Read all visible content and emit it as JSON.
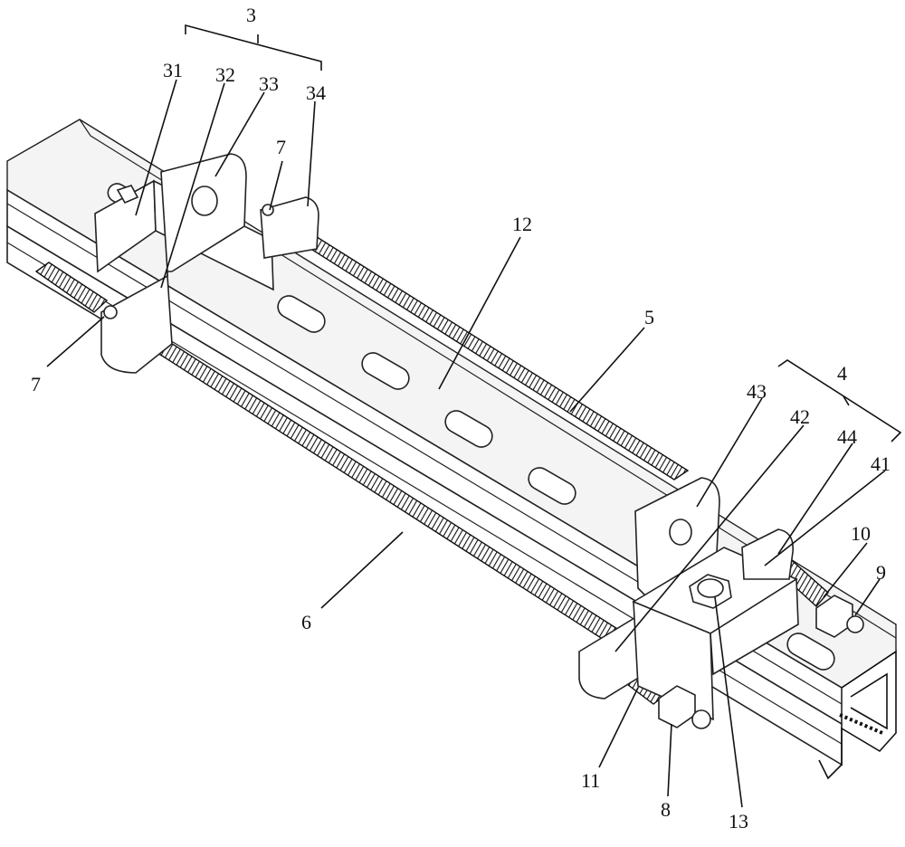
{
  "figure": {
    "labels": {
      "l3": "3",
      "l31": "31",
      "l32": "32",
      "l33": "33",
      "l34": "34",
      "l7a": "7",
      "l7b": "7",
      "l12": "12",
      "l5": "5",
      "l4": "4",
      "l43": "43",
      "l42": "42",
      "l44": "44",
      "l41": "41",
      "l10": "10",
      "l9": "9",
      "l6": "6",
      "l11": "11",
      "l8": "8",
      "l13": "13"
    }
  }
}
